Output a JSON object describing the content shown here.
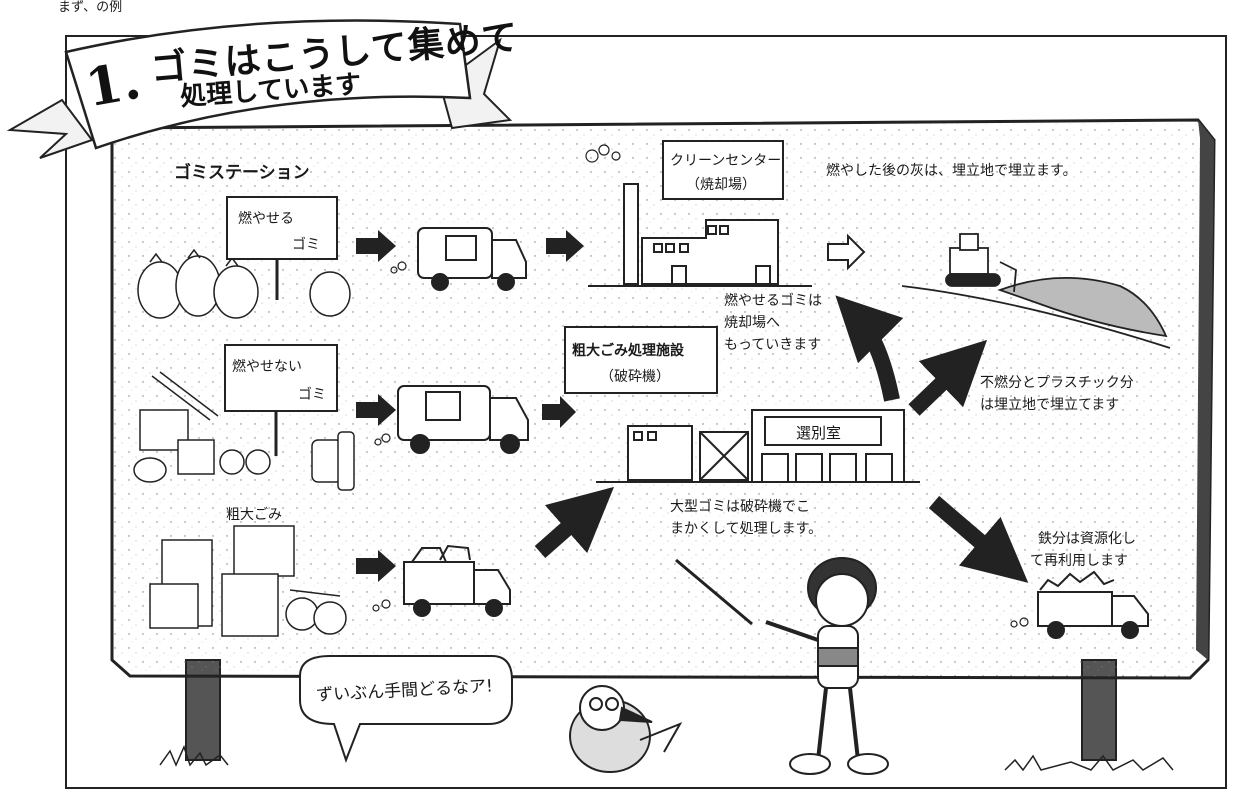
{
  "header_fragment": "まず、の例",
  "banner": {
    "number": "1.",
    "line1": "ゴミはこうして集めて",
    "line2": "処理しています"
  },
  "stations": {
    "heading": "ゴミステーション",
    "burnable_sign": [
      "燃やせる",
      "ゴミ"
    ],
    "nonburnable_sign": [
      "燃やせない",
      "ゴミ"
    ],
    "oversized_label": "粗大ごみ"
  },
  "facilities": {
    "clean_center": [
      "クリーンセンター",
      "（焼却場）"
    ],
    "crusher": [
      "粗大ごみ処理施設",
      "（破砕機）"
    ],
    "sorting_room": "選別室"
  },
  "notes": {
    "ash": "燃やした後の灰は、埋立地で埋立ます。",
    "burnable_to_incinerator": [
      "燃やせるゴミは",
      "焼却場へ",
      "もっていきます"
    ],
    "landfill": [
      "不燃分とプラスチック分",
      "は埋立地で埋立てます"
    ],
    "recycle": [
      "鉄分は資源化し",
      "て再利用します"
    ],
    "crush": [
      "大型ゴミは破砕機でこ",
      "まかくして処理します。"
    ]
  },
  "speech_bubble": "ずいぶん手間どるなア!"
}
